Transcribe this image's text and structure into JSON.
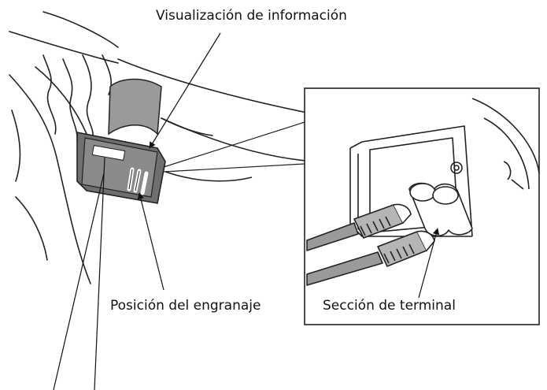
{
  "labels": {
    "info_display": "Visualización de información",
    "gear_position": "Posición del engranaje",
    "terminal_section": "Sección de terminal"
  }
}
